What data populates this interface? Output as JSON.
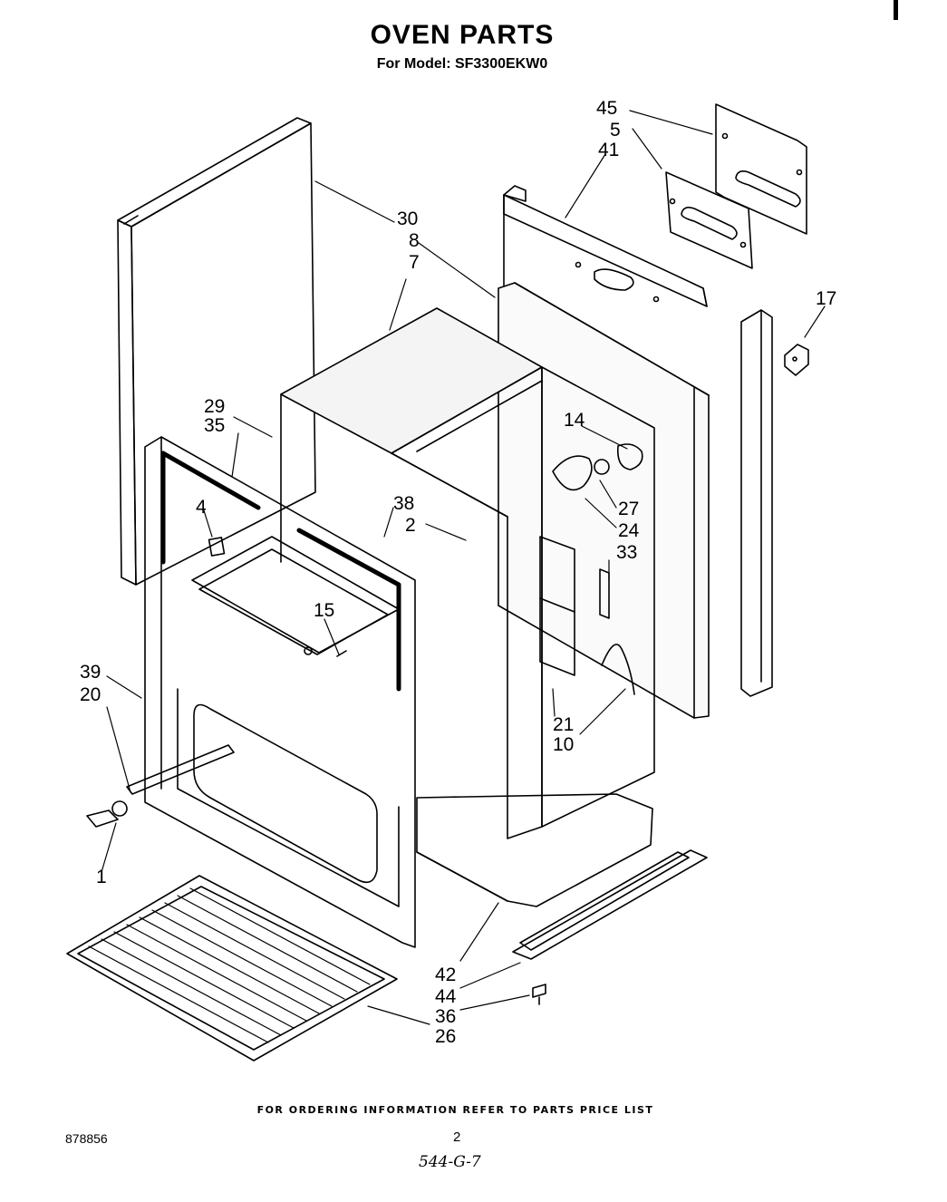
{
  "header": {
    "title": "OVEN PARTS",
    "subtitle": "For Model: SF3300EKW0"
  },
  "callouts": [
    {
      "id": "c45",
      "label": "45"
    },
    {
      "id": "c5",
      "label": "5"
    },
    {
      "id": "c41",
      "label": "41"
    },
    {
      "id": "c30",
      "label": "30"
    },
    {
      "id": "c8",
      "label": "8"
    },
    {
      "id": "c7",
      "label": "7"
    },
    {
      "id": "c17",
      "label": "17"
    },
    {
      "id": "c29",
      "label": "29"
    },
    {
      "id": "c35",
      "label": "35"
    },
    {
      "id": "c14",
      "label": "14"
    },
    {
      "id": "c38",
      "label": "38"
    },
    {
      "id": "c2",
      "label": "2"
    },
    {
      "id": "c4",
      "label": "4"
    },
    {
      "id": "c27",
      "label": "27"
    },
    {
      "id": "c24",
      "label": "24"
    },
    {
      "id": "c33",
      "label": "33"
    },
    {
      "id": "c15",
      "label": "15"
    },
    {
      "id": "c39",
      "label": "39"
    },
    {
      "id": "c20",
      "label": "20"
    },
    {
      "id": "c21",
      "label": "21"
    },
    {
      "id": "c10",
      "label": "10"
    },
    {
      "id": "c1",
      "label": "1"
    },
    {
      "id": "c42",
      "label": "42"
    },
    {
      "id": "c44",
      "label": "44"
    },
    {
      "id": "c36",
      "label": "36"
    },
    {
      "id": "c26",
      "label": "26"
    }
  ],
  "footer": {
    "ordering_note": "FOR ORDERING INFORMATION REFER TO PARTS PRICE LIST",
    "doc_number": "878856",
    "page_number": "2",
    "handwritten_note": "544-G-7"
  }
}
